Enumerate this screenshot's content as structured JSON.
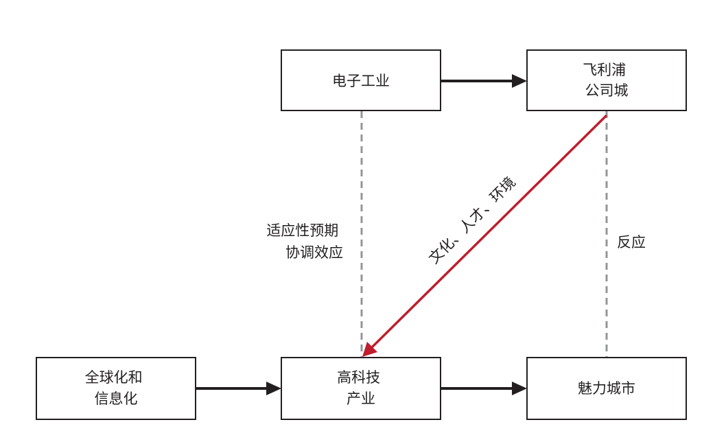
{
  "nodes": {
    "electronics": {
      "lines": [
        "电子工业"
      ]
    },
    "philips": {
      "lines": [
        "飞利浦",
        "公司城"
      ]
    },
    "globalization": {
      "lines": [
        "全球化和",
        "信息化"
      ]
    },
    "hightech": {
      "lines": [
        "高科技",
        "产业"
      ]
    },
    "charm_city": {
      "lines": [
        "魅力城市"
      ]
    }
  },
  "edges": {
    "adaptive": {
      "lines": [
        "适应性预期",
        "协调效应"
      ]
    },
    "culture": {
      "lines": [
        "文化、人才、环境"
      ]
    },
    "reaction": {
      "lines": [
        "反应"
      ]
    }
  },
  "colors": {
    "box_stroke": "#231f20",
    "arrow": "#231f20",
    "dashed": "#939598",
    "red_arrow": "#be1e2d"
  }
}
